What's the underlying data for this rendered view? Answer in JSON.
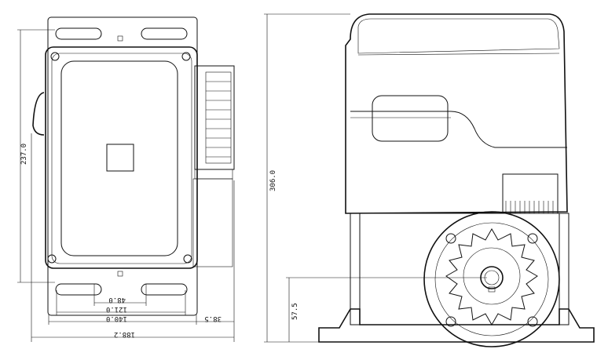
{
  "dimensions": {
    "height_237": "237.0",
    "width_48": "48.0",
    "width_121": "121.0",
    "width_140": "140.0",
    "offset_38_5": "38.5",
    "width_188_2": "188.2",
    "height_306": "306.0",
    "height_57_5": "57.5"
  }
}
